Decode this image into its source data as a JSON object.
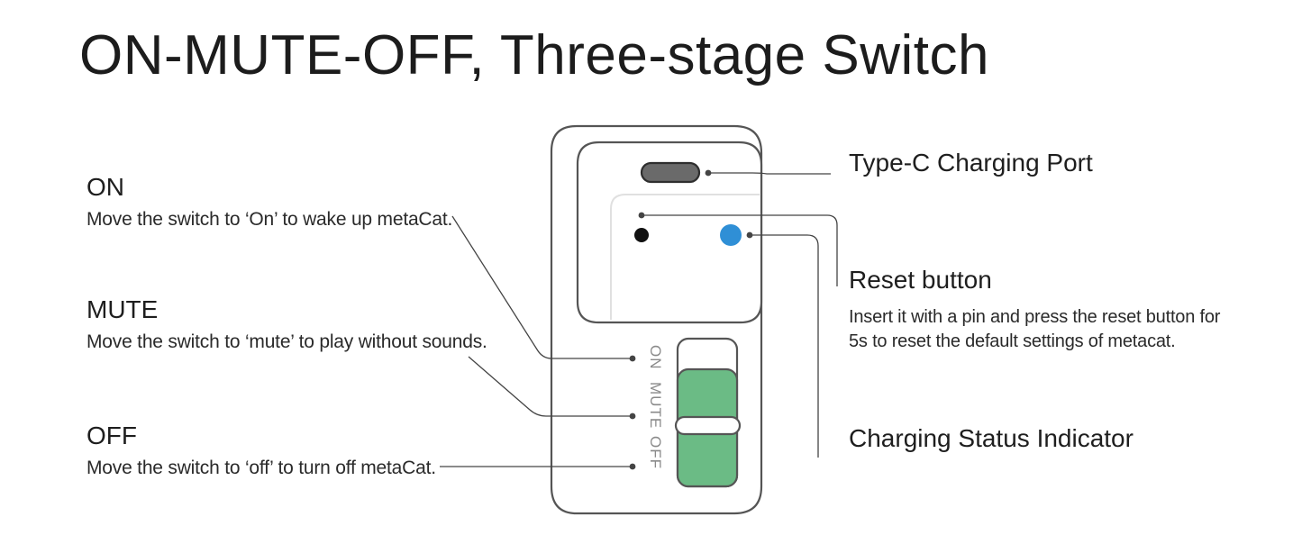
{
  "title": "ON-MUTE-OFF, Three-stage Switch",
  "left_labels": [
    {
      "heading": "ON",
      "description": "Move the switch to ‘On’ to wake up metaCat."
    },
    {
      "heading": "MUTE",
      "description": "Move the switch to ‘mute’ to play without sounds."
    },
    {
      "heading": "OFF",
      "description": "Move the switch to ‘off’ to turn off metaCat."
    }
  ],
  "right_labels": {
    "charging_port": "Type-C Charging Port",
    "reset_heading": "Reset button",
    "reset_description_1": "Insert it with a pin and press the reset button for",
    "reset_description_2": "5s to reset the default settings of metacat.",
    "indicator": "Charging Status Indicator"
  },
  "switch_text": {
    "on": "ON",
    "mute": "MUTE",
    "off": "OFF"
  },
  "colors": {
    "outline": "#555555",
    "switch_slider": "#6bbb85",
    "indicator_light": "#2f8fd6",
    "reset_hole": "#111111",
    "port": "#6a6a6a",
    "leader_lines": "#444444"
  }
}
